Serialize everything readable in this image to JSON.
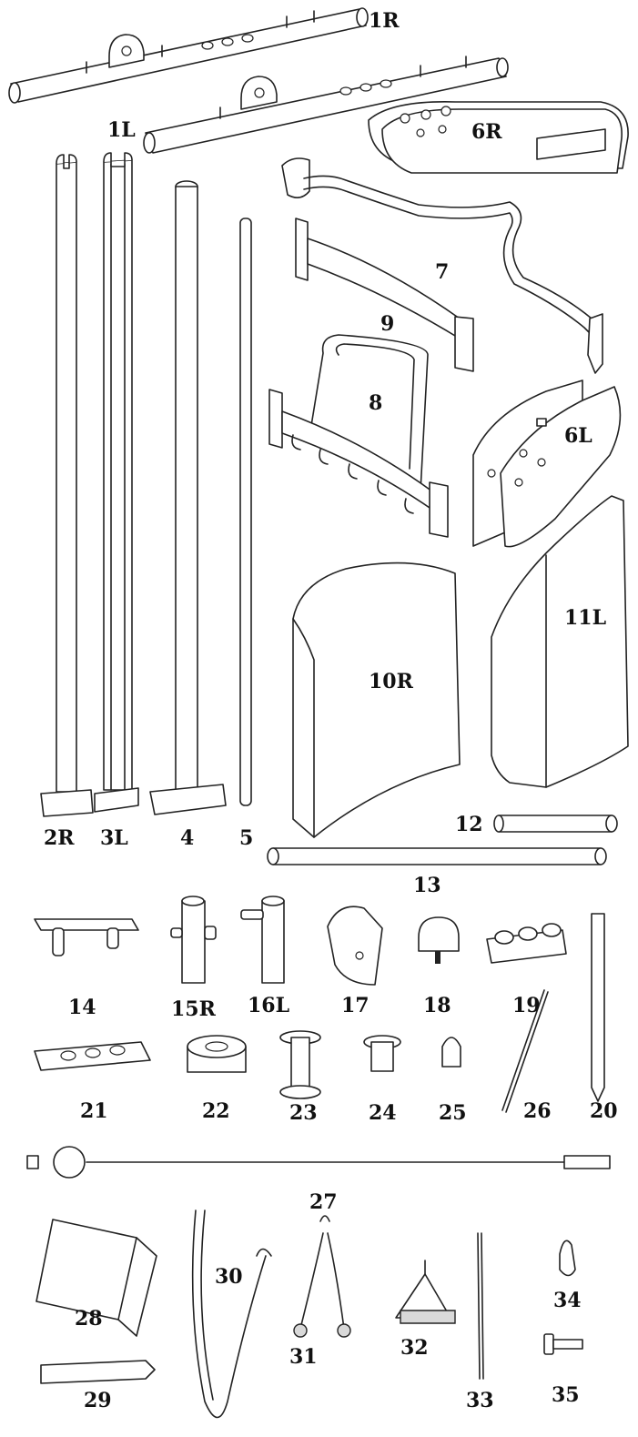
{
  "parts": [
    {
      "id": "1R",
      "label": "1R"
    },
    {
      "id": "1L",
      "label": "1L"
    },
    {
      "id": "6R",
      "label": "6R"
    },
    {
      "id": "7",
      "label": "7"
    },
    {
      "id": "9",
      "label": "9"
    },
    {
      "id": "8",
      "label": "8"
    },
    {
      "id": "6L",
      "label": "6L"
    },
    {
      "id": "10R",
      "label": "10R"
    },
    {
      "id": "11L",
      "label": "11L"
    },
    {
      "id": "2R",
      "label": "2R"
    },
    {
      "id": "3L",
      "label": "3L"
    },
    {
      "id": "4",
      "label": "4"
    },
    {
      "id": "5",
      "label": "5"
    },
    {
      "id": "12",
      "label": "12"
    },
    {
      "id": "13",
      "label": "13"
    },
    {
      "id": "14",
      "label": "14"
    },
    {
      "id": "15R",
      "label": "15R"
    },
    {
      "id": "16L",
      "label": "16L"
    },
    {
      "id": "17",
      "label": "17"
    },
    {
      "id": "18",
      "label": "18"
    },
    {
      "id": "19",
      "label": "19"
    },
    {
      "id": "20",
      "label": "20"
    },
    {
      "id": "21",
      "label": "21"
    },
    {
      "id": "22",
      "label": "22"
    },
    {
      "id": "23",
      "label": "23"
    },
    {
      "id": "24",
      "label": "24"
    },
    {
      "id": "25",
      "label": "25"
    },
    {
      "id": "26",
      "label": "26"
    },
    {
      "id": "27",
      "label": "27"
    },
    {
      "id": "28",
      "label": "28"
    },
    {
      "id": "29",
      "label": "29"
    },
    {
      "id": "30",
      "label": "30"
    },
    {
      "id": "31",
      "label": "31"
    },
    {
      "id": "32",
      "label": "32"
    },
    {
      "id": "33",
      "label": "33"
    },
    {
      "id": "34",
      "label": "34"
    },
    {
      "id": "35",
      "label": "35"
    }
  ]
}
